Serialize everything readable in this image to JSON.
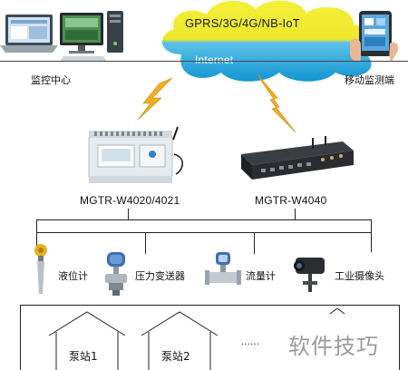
{
  "network": {
    "cloud_label": "GPRS/3G/4G/NB-IoT",
    "internet_label": "Internet"
  },
  "nodes": {
    "monitor_center": "监控中心",
    "mobile_monitor": "移动监测端",
    "device_a_model": "MGTR-W4020/4021",
    "device_b_model": "MGTR-W4040"
  },
  "sensors": [
    {
      "label": "液位计"
    },
    {
      "label": "压力变送器"
    },
    {
      "label": "流量计"
    },
    {
      "label": "工业摄像头"
    }
  ],
  "stations": [
    {
      "label": "泵站1"
    },
    {
      "label": "泵站2"
    },
    {
      "label": "……"
    }
  ],
  "watermark": "软件技巧",
  "colors": {
    "cloud_top": "#f2ee2a",
    "cloud_bottom": "#1aa0d8",
    "bolt": "#f0a81c"
  }
}
